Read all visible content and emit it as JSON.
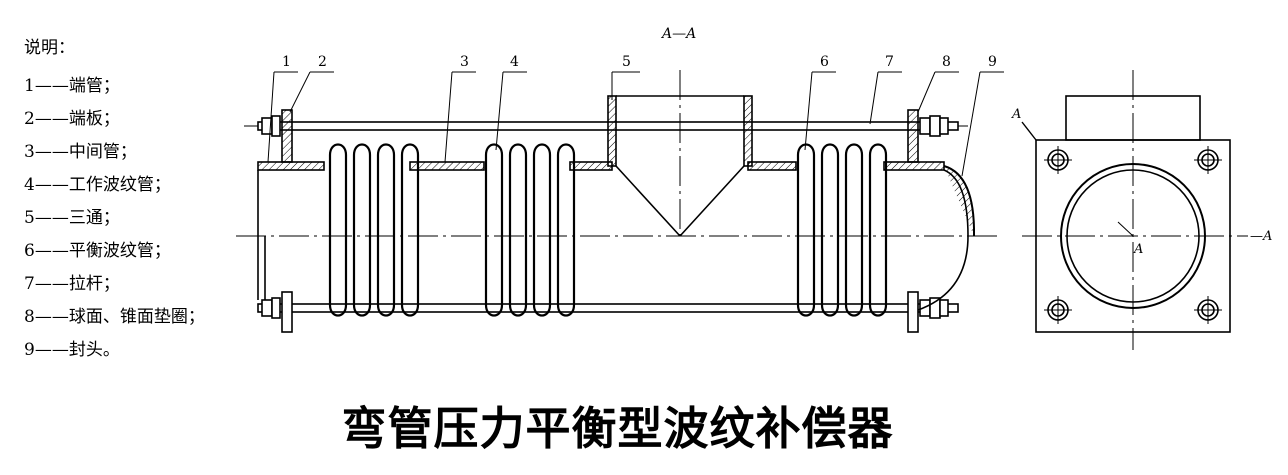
{
  "notes": {
    "heading": "说明：",
    "items": [
      "1——端管；",
      "2——端板；",
      "3——中间管；",
      "4——工作波纹管；",
      "5——三通；",
      "6——平衡波纹管；",
      "7——拉杆；",
      "8——球面、锥面垫圈；",
      "9——封头。"
    ]
  },
  "section_label": "A—A",
  "callouts": [
    "1",
    "2",
    "3",
    "4",
    "5",
    "6",
    "7",
    "8",
    "9"
  ],
  "section_marks": {
    "cut_top": "A",
    "cut_right": "—A",
    "center": "A"
  },
  "title": "弯管压力平衡型波纹补偿器"
}
